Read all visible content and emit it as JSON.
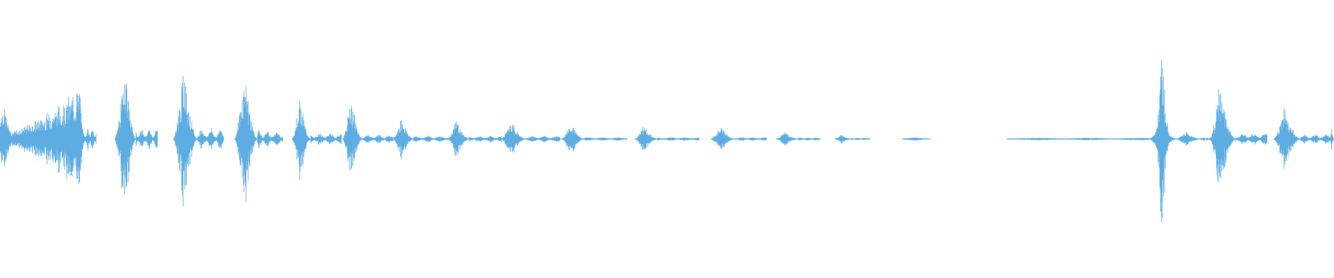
{
  "waveform": {
    "color": "#5dade2",
    "background": "#ffffff",
    "duration_fraction_note": "",
    "segments": [
      {
        "start": 0.0,
        "end": 0.062,
        "peak": 0.36,
        "attack": 0.15,
        "kind": "swell"
      },
      {
        "start": 0.062,
        "end": 0.072,
        "peak": 0.08,
        "attack": 0.5,
        "kind": "tail"
      },
      {
        "start": 0.086,
        "end": 0.102,
        "peak": 0.55,
        "attack": 0.5,
        "kind": "burst"
      },
      {
        "start": 0.102,
        "end": 0.118,
        "peak": 0.07,
        "attack": 0.5,
        "kind": "tail"
      },
      {
        "start": 0.13,
        "end": 0.148,
        "peak": 0.52,
        "attack": 0.45,
        "kind": "burst"
      },
      {
        "start": 0.148,
        "end": 0.168,
        "peak": 0.07,
        "attack": 0.5,
        "kind": "tail"
      },
      {
        "start": 0.176,
        "end": 0.193,
        "peak": 0.5,
        "attack": 0.45,
        "kind": "burst"
      },
      {
        "start": 0.193,
        "end": 0.212,
        "peak": 0.06,
        "attack": 0.5,
        "kind": "tail"
      },
      {
        "start": 0.219,
        "end": 0.233,
        "peak": 0.32,
        "attack": 0.4,
        "kind": "burst"
      },
      {
        "start": 0.233,
        "end": 0.256,
        "peak": 0.04,
        "attack": 0.5,
        "kind": "tail"
      },
      {
        "start": 0.257,
        "end": 0.272,
        "peak": 0.3,
        "attack": 0.4,
        "kind": "burst"
      },
      {
        "start": 0.272,
        "end": 0.295,
        "peak": 0.03,
        "attack": 0.5,
        "kind": "tail"
      },
      {
        "start": 0.295,
        "end": 0.31,
        "peak": 0.16,
        "attack": 0.4,
        "kind": "burst"
      },
      {
        "start": 0.31,
        "end": 0.336,
        "peak": 0.02,
        "attack": 0.5,
        "kind": "tail"
      },
      {
        "start": 0.336,
        "end": 0.352,
        "peak": 0.14,
        "attack": 0.4,
        "kind": "burst"
      },
      {
        "start": 0.352,
        "end": 0.376,
        "peak": 0.02,
        "attack": 0.5,
        "kind": "tail"
      },
      {
        "start": 0.376,
        "end": 0.394,
        "peak": 0.14,
        "attack": 0.4,
        "kind": "burst"
      },
      {
        "start": 0.394,
        "end": 0.42,
        "peak": 0.02,
        "attack": 0.5,
        "kind": "tail"
      },
      {
        "start": 0.421,
        "end": 0.438,
        "peak": 0.12,
        "attack": 0.4,
        "kind": "burst"
      },
      {
        "start": 0.438,
        "end": 0.47,
        "peak": 0.01,
        "attack": 0.5,
        "kind": "tail"
      },
      {
        "start": 0.476,
        "end": 0.493,
        "peak": 0.1,
        "attack": 0.4,
        "kind": "burst"
      },
      {
        "start": 0.493,
        "end": 0.524,
        "peak": 0.01,
        "attack": 0.5,
        "kind": "tail"
      },
      {
        "start": 0.533,
        "end": 0.551,
        "peak": 0.09,
        "attack": 0.4,
        "kind": "burst"
      },
      {
        "start": 0.551,
        "end": 0.575,
        "peak": 0.01,
        "attack": 0.5,
        "kind": "tail"
      },
      {
        "start": 0.582,
        "end": 0.598,
        "peak": 0.05,
        "attack": 0.4,
        "kind": "burst"
      },
      {
        "start": 0.598,
        "end": 0.615,
        "peak": 0.008,
        "attack": 0.5,
        "kind": "tail"
      },
      {
        "start": 0.626,
        "end": 0.638,
        "peak": 0.03,
        "attack": 0.4,
        "kind": "burst"
      },
      {
        "start": 0.638,
        "end": 0.652,
        "peak": 0.006,
        "attack": 0.5,
        "kind": "tail"
      },
      {
        "start": 0.676,
        "end": 0.698,
        "peak": 0.012,
        "attack": 0.4,
        "kind": "burst"
      },
      {
        "start": 0.755,
        "end": 0.862,
        "peak": 0.006,
        "attack": 0.5,
        "kind": "noise"
      },
      {
        "start": 0.862,
        "end": 0.882,
        "peak": 0.13,
        "attack": 0.4,
        "kind": "burst"
      },
      {
        "start": 0.866,
        "end": 0.878,
        "peak": 0.62,
        "attack": 0.4,
        "kind": "spike"
      },
      {
        "start": 0.882,
        "end": 0.9,
        "peak": 0.05,
        "attack": 0.4,
        "kind": "burst"
      },
      {
        "start": 0.9,
        "end": 0.907,
        "peak": 0.01,
        "attack": 0.5,
        "kind": "tail"
      },
      {
        "start": 0.907,
        "end": 0.926,
        "peak": 0.4,
        "attack": 0.4,
        "kind": "burst"
      },
      {
        "start": 0.926,
        "end": 0.95,
        "peak": 0.04,
        "attack": 0.4,
        "kind": "tail"
      },
      {
        "start": 0.955,
        "end": 0.975,
        "peak": 0.22,
        "attack": 0.4,
        "kind": "burst"
      },
      {
        "start": 0.975,
        "end": 0.998,
        "peak": 0.03,
        "attack": 0.4,
        "kind": "tail"
      },
      {
        "start": 0.997,
        "end": 1.0,
        "peak": 0.08,
        "attack": 0.4,
        "kind": "burst"
      }
    ]
  }
}
